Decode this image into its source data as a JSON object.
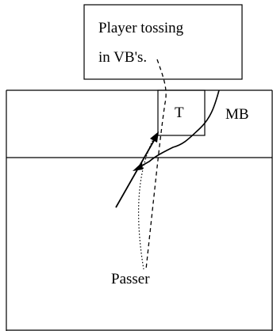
{
  "labels": {
    "note_line1": "Player tossing",
    "note_line2": "in VB's.",
    "target": "T",
    "middle_blocker": "MB",
    "passer": "Passer"
  }
}
